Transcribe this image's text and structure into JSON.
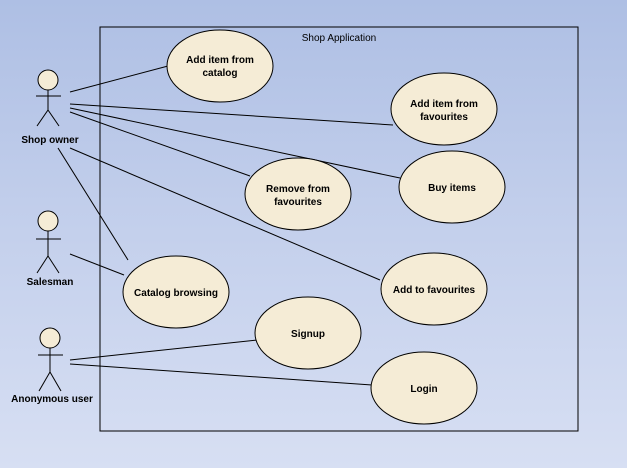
{
  "system": {
    "title": "Shop Application"
  },
  "actors": {
    "shop_owner": "Shop owner",
    "salesman": "Salesman",
    "anonymous_user": "Anonymous user"
  },
  "use_cases": {
    "add_item_from_catalog": [
      "Add item from",
      "catalog"
    ],
    "add_item_from_favourites": [
      "Add item from",
      "favourites"
    ],
    "remove_from_favourites": [
      "Remove from",
      "favourites"
    ],
    "buy_items": [
      "Buy items"
    ],
    "catalog_browsing": [
      "Catalog browsing"
    ],
    "add_to_favourites": [
      "Add to favourites"
    ],
    "signup": [
      "Signup"
    ],
    "login": [
      "Login"
    ]
  },
  "colors": {
    "use_case_fill": "#f5ecd6",
    "line": "#000000"
  }
}
